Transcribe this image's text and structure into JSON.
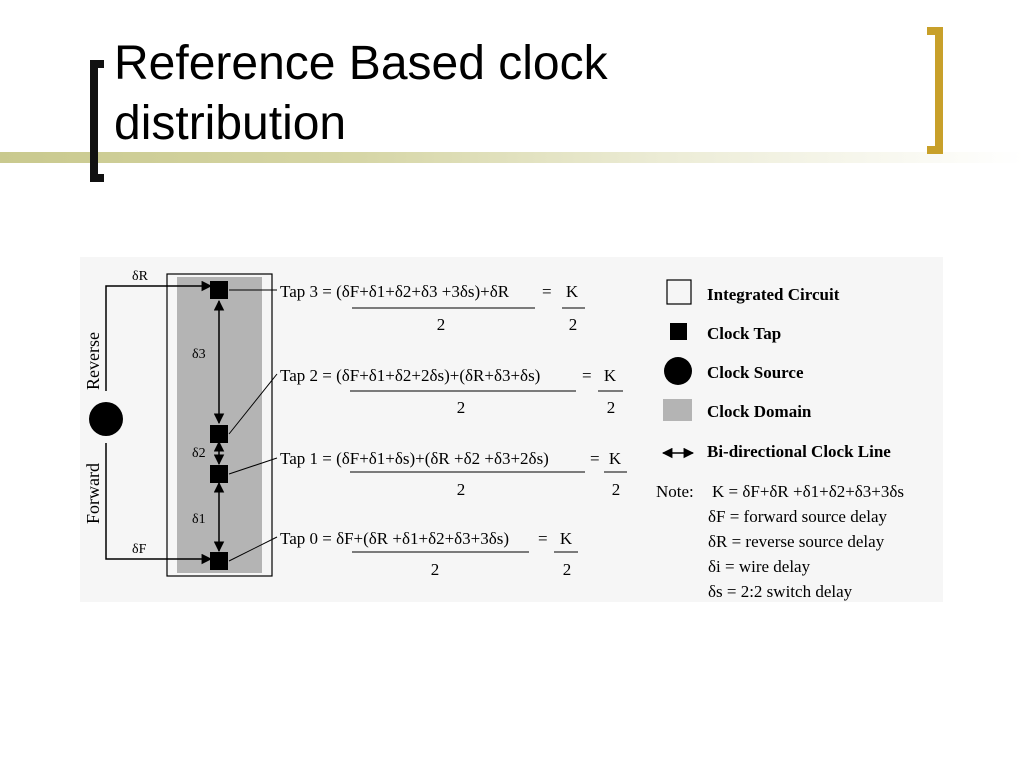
{
  "slide": {
    "title_line1": "Reference Based clock",
    "title_line2": "distribution",
    "accent_color": "#c8a02a",
    "bar_color": "#c9c98e"
  },
  "diagram": {
    "labels": {
      "delta_r": "δR",
      "delta_f": "δF",
      "reverse": "Reverse",
      "forward": "Forward",
      "delta_3": "δ3",
      "delta_2": "δ2",
      "delta_1": "δ1"
    },
    "equations": [
      {
        "lhs": "Tap 3 = (δF+δ1+δ2+δ3 +3δs)+δR",
        "num": "2",
        "eq": "=",
        "k": "K",
        "den": "2"
      },
      {
        "lhs": "Tap 2 = (δF+δ1+δ2+2δs)+(δR+δ3+δs)",
        "num": "2",
        "eq": "=",
        "k": "K",
        "den": "2"
      },
      {
        "lhs": "Tap 1 = (δF+δ1+δs)+(δR +δ2 +δ3+2δs)",
        "num": "2",
        "eq": "=",
        "k": "K",
        "den": "2"
      },
      {
        "lhs": "Tap 0 = δF+(δR +δ1+δ2+δ3+3δs)",
        "num": "2",
        "eq": "=",
        "k": "K",
        "den": "2"
      }
    ],
    "legend": [
      {
        "label": "Integrated Circuit"
      },
      {
        "label": "Clock Tap"
      },
      {
        "label": "Clock Source"
      },
      {
        "label": "Clock Domain"
      },
      {
        "label": "Bi-directional Clock Line"
      }
    ],
    "note_label": "Note:",
    "notes": [
      "K = δF+δR +δ1+δ2+δ3+3δs",
      "δF = forward source delay",
      "δR = reverse source delay",
      "δi = wire delay",
      "δs = 2:2 switch delay"
    ],
    "colors": {
      "domain": "#b4b4b4",
      "ink": "#000000"
    }
  }
}
